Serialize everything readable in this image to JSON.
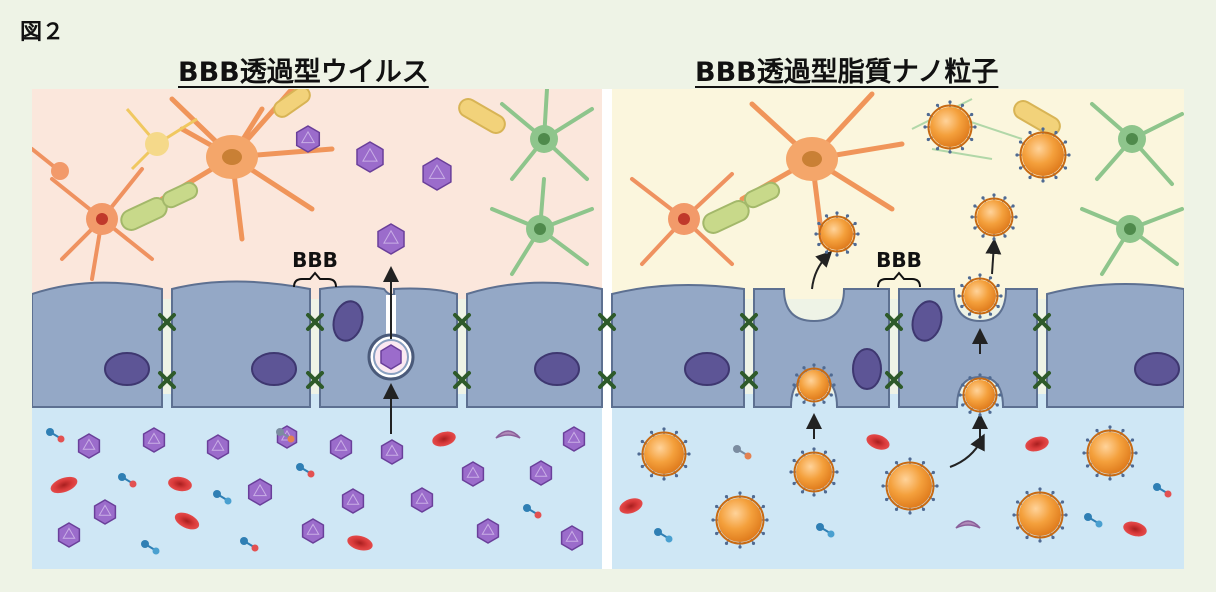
{
  "figure_label": "図２",
  "panels": [
    {
      "title": "BBB透過型ウイルス",
      "bbb_label": "BBB"
    },
    {
      "title": "BBB透過型脂質ナノ粒子",
      "bbb_label": "BBB"
    }
  ],
  "colors": {
    "brain_left": "#fbe7dc",
    "brain_right": "#fbf6dd",
    "blood": "#cfe7f5",
    "endothelium": "#94a8c6",
    "nucleus": "#5d5596",
    "virus": "#9b6ccb",
    "nanoparticle": "#f3a03a",
    "red_blood_cell": "#d93a3a",
    "tight_junction": "#2e5a2a",
    "neuron_orange": "#f4a66a",
    "astrocyte_green": "#8ec58c",
    "oligodendrocyte_yellow": "#f2d27a"
  },
  "icons": {
    "virus": "icosahedral-virus-icon",
    "nanoparticle": "lipid-nanoparticle-icon",
    "blood_cell": "red-blood-cell-icon",
    "neuron": "neuron-icon",
    "astrocyte": "astrocyte-icon",
    "junction": "tight-junction-icon"
  }
}
